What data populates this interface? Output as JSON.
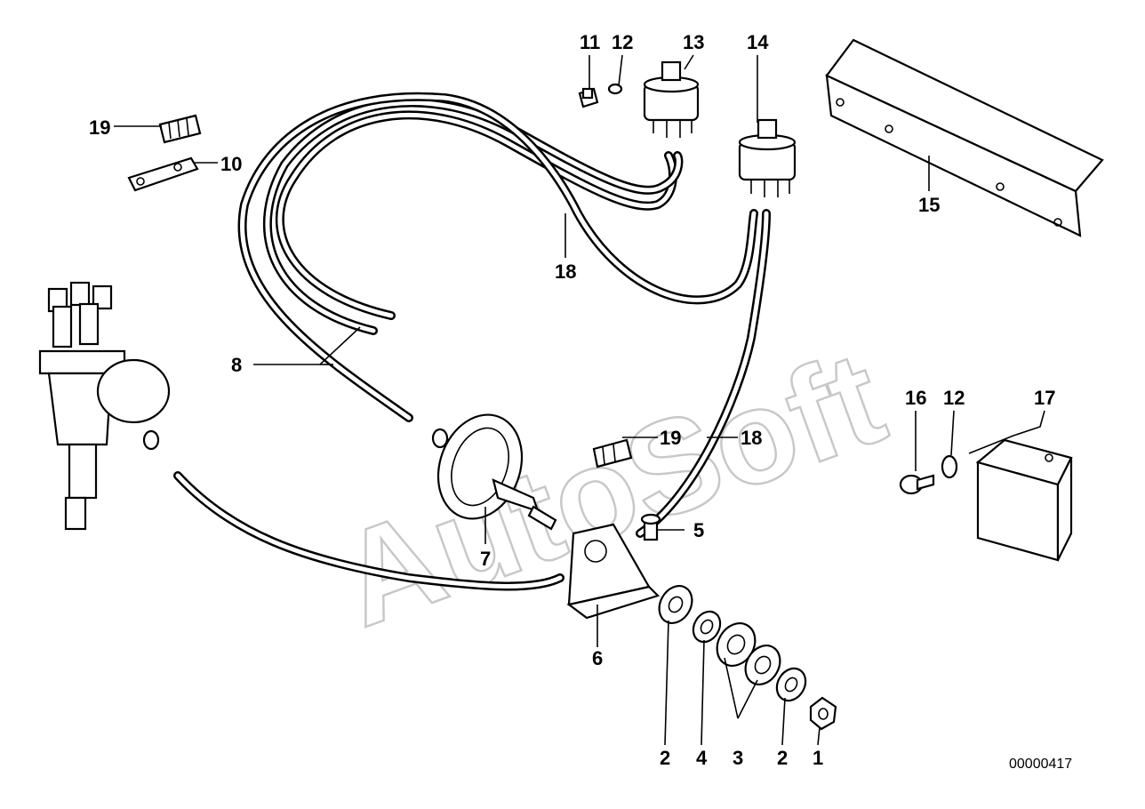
{
  "diagram": {
    "reference": "00000417",
    "watermark": "AutoSoft",
    "callouts": {
      "c1": "1",
      "c2a": "2",
      "c2b": "2",
      "c3": "3",
      "c4": "4",
      "c5": "5",
      "c6": "6",
      "c7": "7",
      "c8": "8",
      "c10": "10",
      "c11": "11",
      "c12a": "12",
      "c12b": "12",
      "c13": "13",
      "c14": "14",
      "c15": "15",
      "c16": "16",
      "c17": "17",
      "c18a": "18",
      "c18b": "18",
      "c19a": "19",
      "c19b": "19"
    }
  }
}
